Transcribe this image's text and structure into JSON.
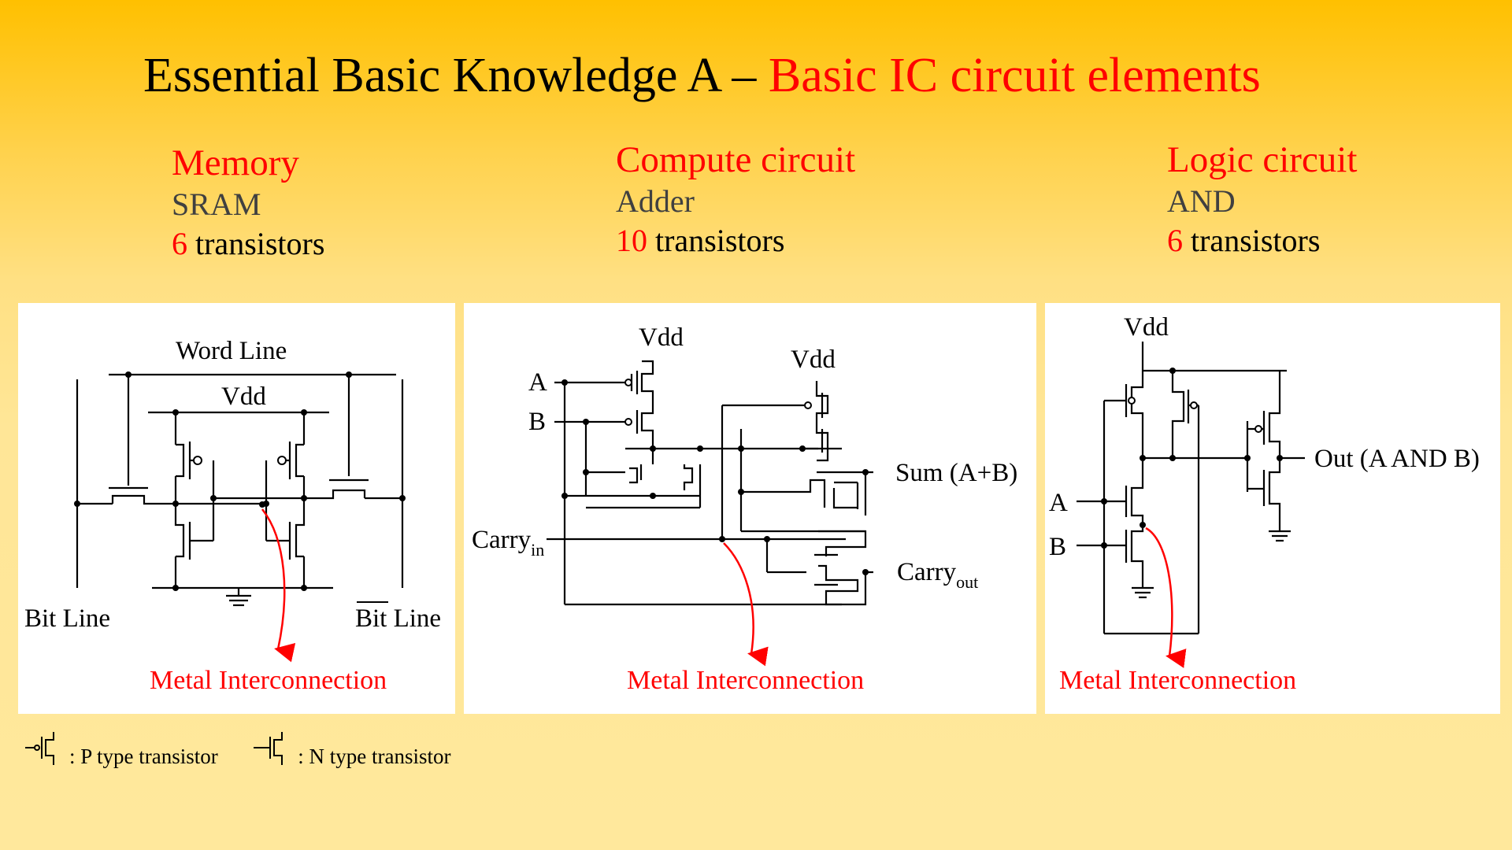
{
  "title": {
    "prefix": "Essential Basic Knowledge A – ",
    "highlight": "Basic IC circuit elements"
  },
  "columns": [
    {
      "heading": "Memory",
      "name": "SRAM",
      "count": "6",
      "unit": " transistors"
    },
    {
      "heading": "Compute circuit",
      "name": "Adder",
      "count": "10",
      "unit": " transistors"
    },
    {
      "heading": "Logic circuit",
      "name": "AND",
      "count": "6",
      "unit": " transistors"
    }
  ],
  "sram": {
    "word_line": "Word Line",
    "vdd": "Vdd",
    "bit_line": "Bit Line",
    "bit_line_bar": "Bit Line",
    "interconnect": "Metal Interconnection"
  },
  "adder": {
    "vdd": "Vdd",
    "input_a": "A",
    "input_b": "B",
    "carry_in": "Carry",
    "carry_in_sub": "in",
    "sum": "Sum (A+B)",
    "carry_out": "Carry",
    "carry_out_sub": "out",
    "interconnect": "Metal Interconnection"
  },
  "and_gate": {
    "vdd": "Vdd",
    "input_a": "A",
    "input_b": "B",
    "output": "Out (A AND B)",
    "interconnect": "Metal Interconnection"
  },
  "legend": {
    "p_type": ": P type transistor",
    "n_type": ": N type transistor"
  },
  "colors": {
    "accent": "#ff0000",
    "background_top": "#ffc000",
    "background_bottom": "#ffe89c"
  }
}
